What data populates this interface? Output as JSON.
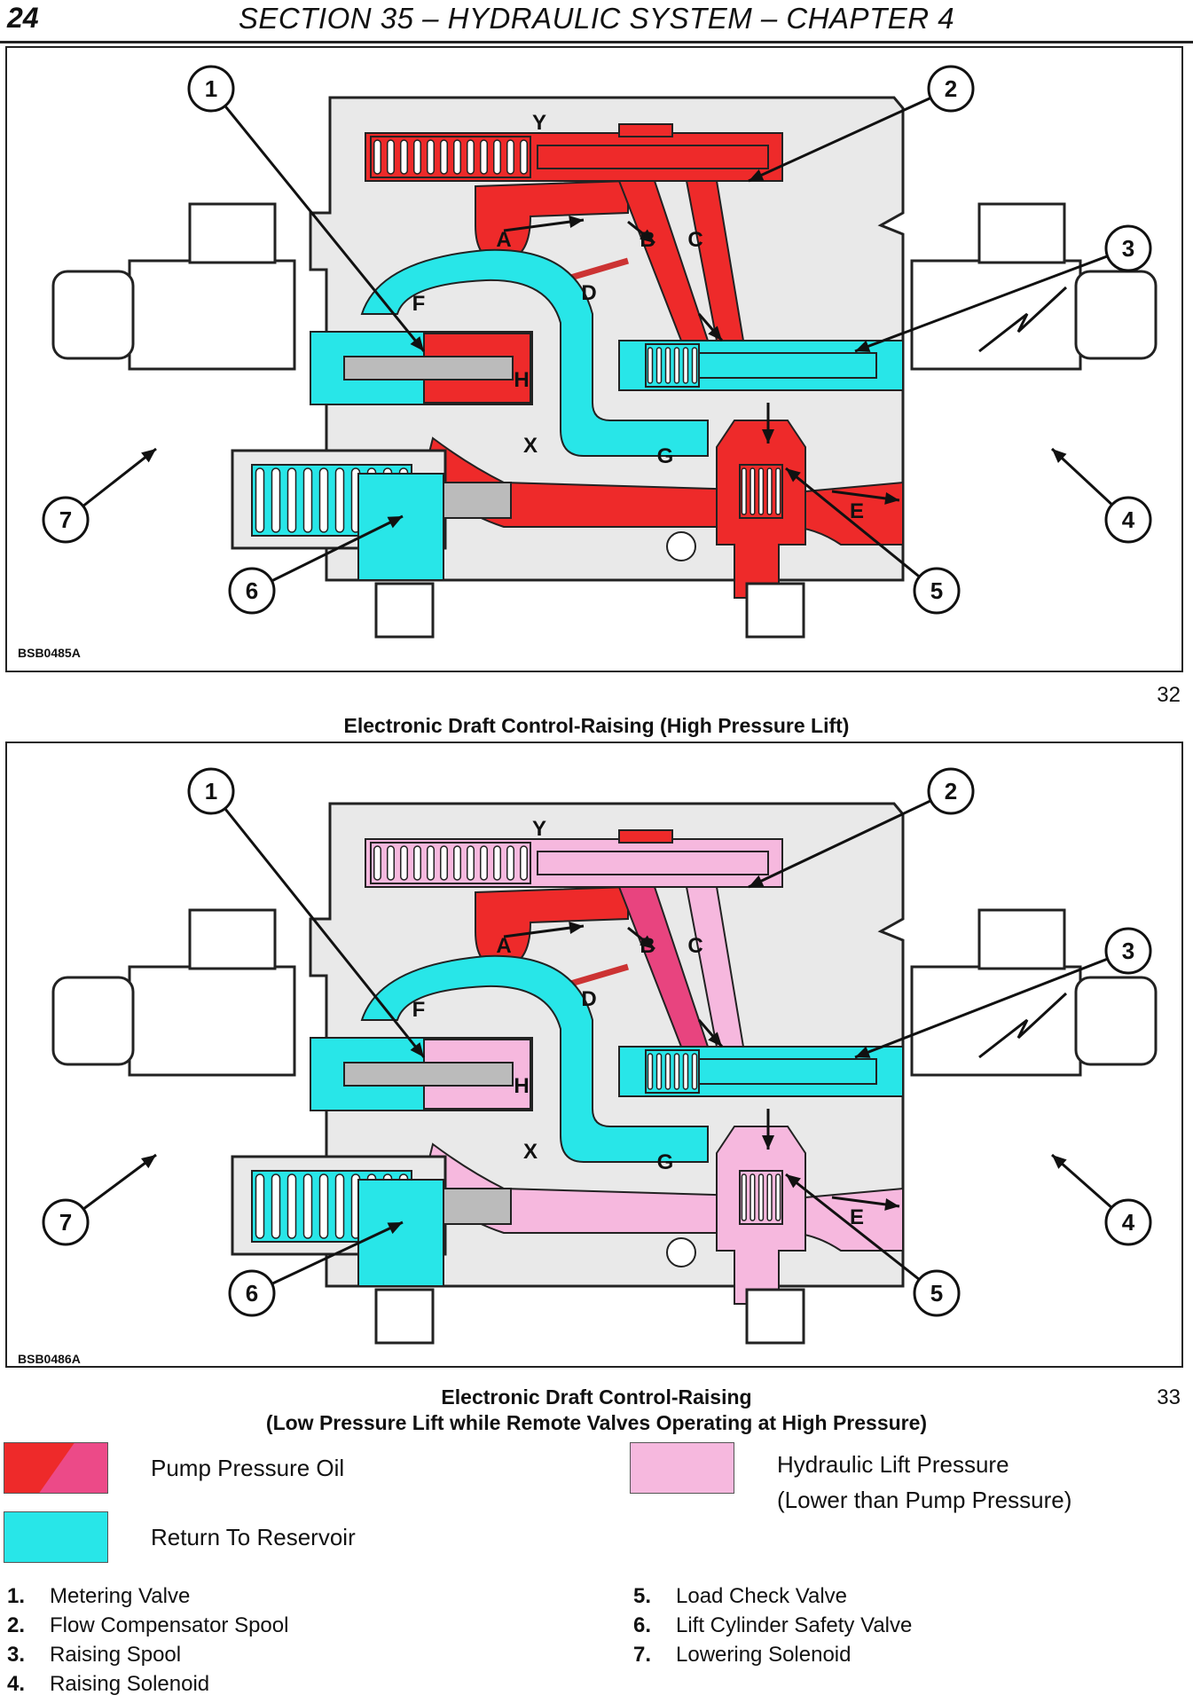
{
  "header": {
    "page_number": "24",
    "section_title": "SECTION 35 – HYDRAULIC SYSTEM – CHAPTER 4"
  },
  "figure1": {
    "code": "BSB0485A",
    "number": "32",
    "caption_line1": "Electronic Draft Control-Raising (High Pressure Lift)"
  },
  "figure2": {
    "code": "BSB0486A",
    "number": "33",
    "caption_line1": "Electronic Draft Control-Raising",
    "caption_line2": "(Low Pressure Lift while Remote Valves Operating at High Pressure)"
  },
  "callouts": [
    "1",
    "2",
    "3",
    "4",
    "5",
    "6",
    "7"
  ],
  "passage_labels": [
    "Y",
    "A",
    "B",
    "C",
    "D",
    "F",
    "H",
    "X",
    "G",
    "E"
  ],
  "legend": {
    "pump_pressure": "Pump Pressure Oil",
    "return": "Return To Reservoir",
    "lift_pressure_line1": "Hydraulic Lift Pressure",
    "lift_pressure_line2": "(Lower than Pump Pressure)"
  },
  "colors": {
    "pump_pressure": "#ee2a2a",
    "pump_pressure_alt": "#ec4a88",
    "return": "#28e6e8",
    "lift_pressure": "#f6b8de",
    "body": "#e9e9e9",
    "outline": "#222222"
  },
  "parts": [
    {
      "num": "1.",
      "name": "Metering Valve"
    },
    {
      "num": "2.",
      "name": "Flow Compensator Spool"
    },
    {
      "num": "3.",
      "name": "Raising Spool"
    },
    {
      "num": "4.",
      "name": "Raising Solenoid"
    },
    {
      "num": "5.",
      "name": "Load Check Valve"
    },
    {
      "num": "6.",
      "name": "Lift Cylinder Safety Valve"
    },
    {
      "num": "7.",
      "name": "Lowering Solenoid"
    }
  ]
}
